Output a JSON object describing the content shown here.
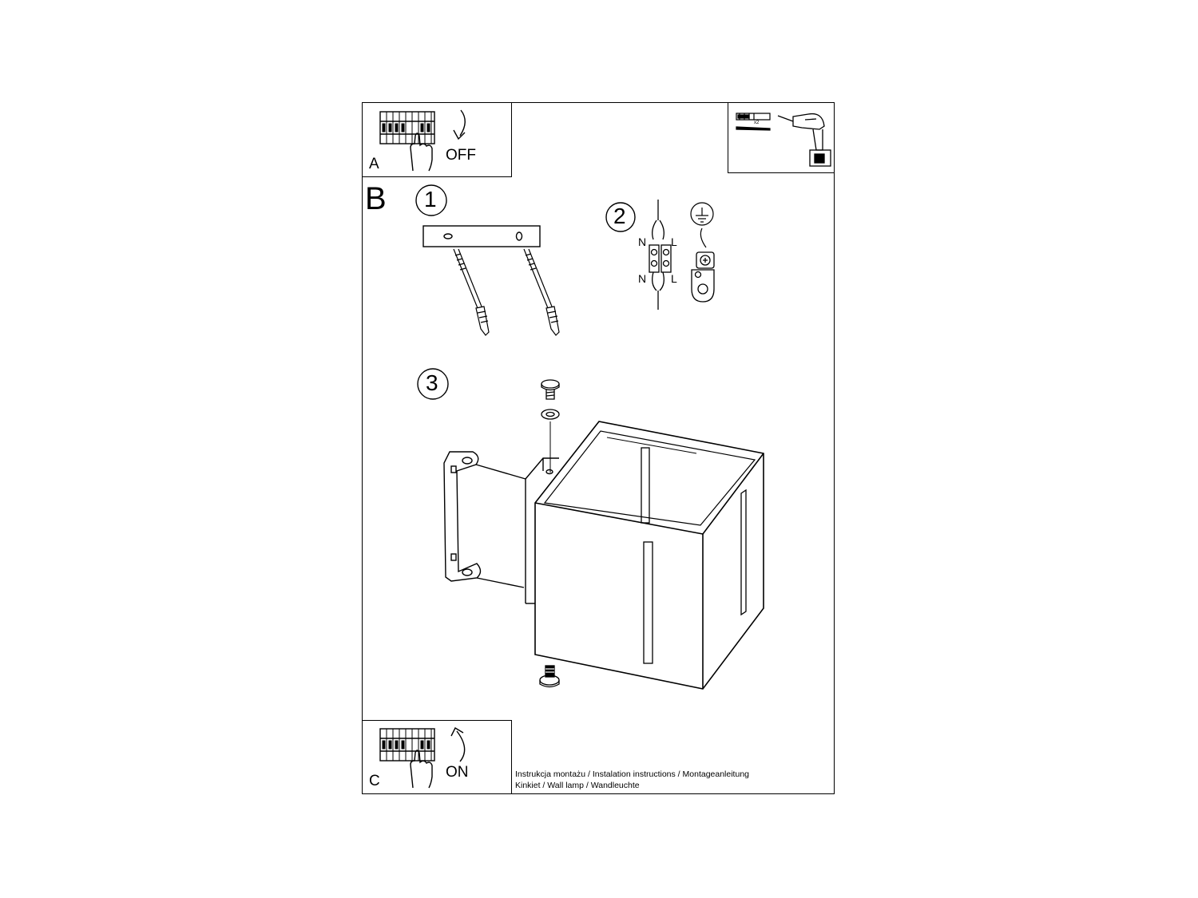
{
  "panel_a": {
    "letter": "A",
    "action": "OFF"
  },
  "panel_b": {
    "letter": "B",
    "steps": [
      "1",
      "2",
      "3"
    ]
  },
  "panel_c": {
    "letter": "C",
    "action": "ON"
  },
  "wiring": {
    "n_top": "N",
    "l_top": "L",
    "n_bottom": "N",
    "l_bottom": "L"
  },
  "tools": {
    "dowel_count": "x2"
  },
  "footer": {
    "line1": "Instrukcja montażu / Instalation instructions / Montageanleitung",
    "line2": "Kinkiet  / Wall lamp / Wandleuchte"
  }
}
